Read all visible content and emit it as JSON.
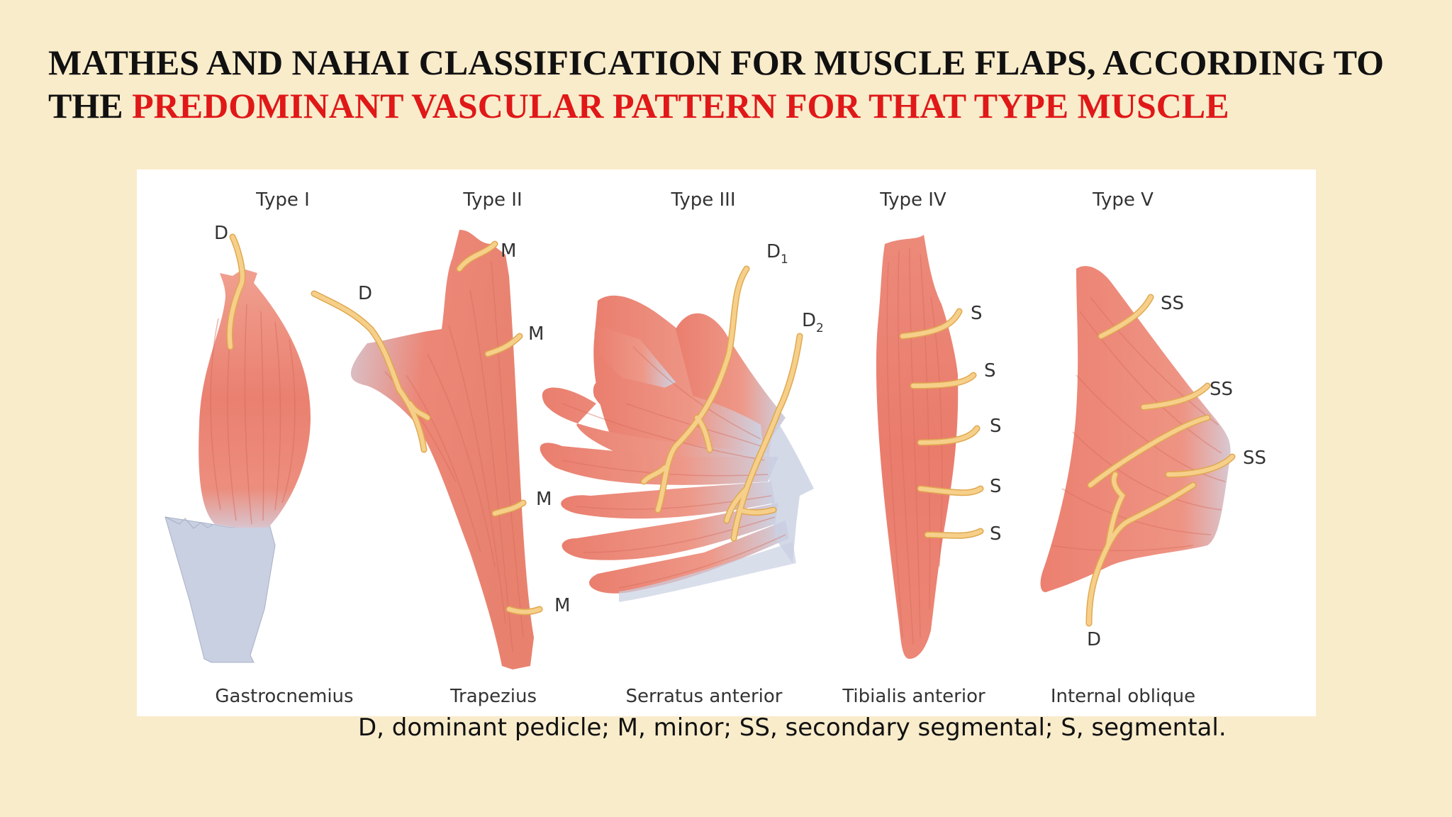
{
  "slide": {
    "title_part1": "MATHES AND NAHAI CLASSIFICATION FOR MUSCLE FLAPS, ACCORDING TO THE ",
    "title_part2": "PREDOMINANT VASCULAR PATTERN FOR THAT TYPE MUSCLE",
    "caption": "D, dominant pedicle; M, minor; SS, secondary segmental; S, segmental."
  },
  "colors": {
    "background": "#f9eccb",
    "title_highlight": "#e01818",
    "muscle": "#ec8878",
    "tendon": "#c9d0e2",
    "vessel": "#f4c873"
  },
  "types": [
    {
      "type": "Type I",
      "muscle": "Gastrocnemius",
      "labels": [
        "D"
      ]
    },
    {
      "type": "Type II",
      "muscle": "Trapezius",
      "labels": [
        "D",
        "M",
        "M",
        "M",
        "M"
      ]
    },
    {
      "type": "Type III",
      "muscle": "Serratus anterior",
      "labels": [
        "D1",
        "D2"
      ]
    },
    {
      "type": "Type IV",
      "muscle": "Tibialis anterior",
      "labels": [
        "S",
        "S",
        "S",
        "S",
        "S"
      ]
    },
    {
      "type": "Type V",
      "muscle": "Internal oblique",
      "labels": [
        "SS",
        "SS",
        "SS",
        "D"
      ]
    }
  ]
}
